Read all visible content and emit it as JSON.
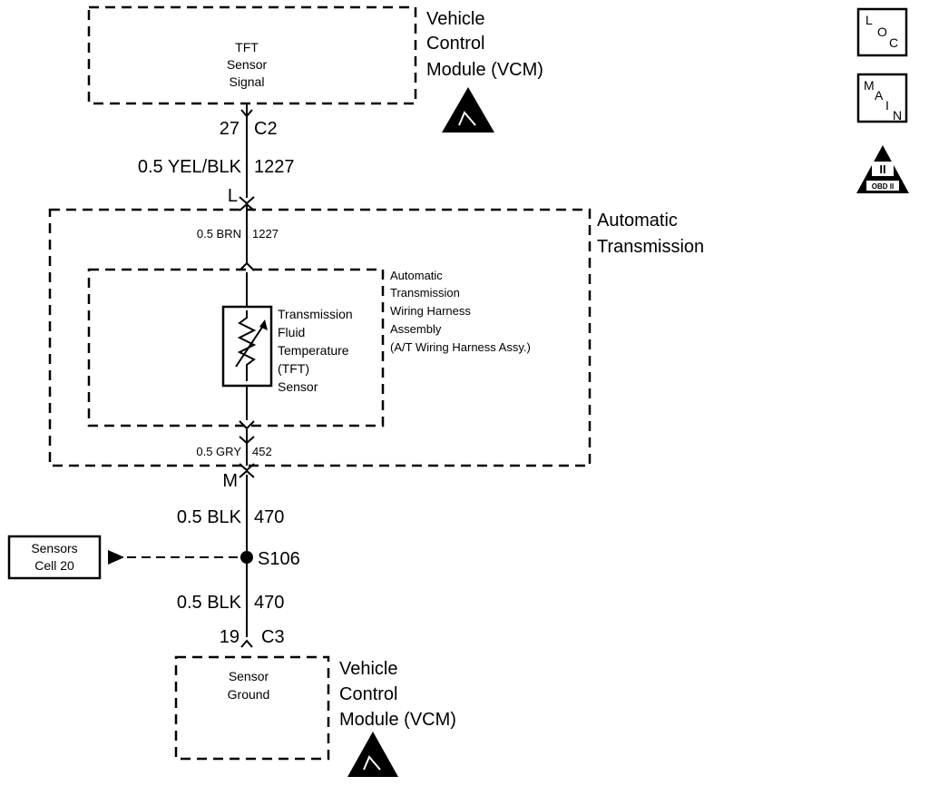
{
  "vcm_top": {
    "box_lines": [
      "TFT",
      "Sensor",
      "Signal"
    ],
    "title_lines": [
      "Vehicle",
      "Control",
      "Module (VCM)"
    ]
  },
  "conn_c2": {
    "pin": "27",
    "connector": "C2"
  },
  "wire_top": {
    "gauge_color": "0.5 YEL/BLK",
    "circuit": "1227"
  },
  "conn_l": {
    "label": "L"
  },
  "auto_trans": {
    "title_lines": [
      "Automatic",
      "Transmission"
    ],
    "wire_in": {
      "gauge_color": "0.5 BRN",
      "circuit": "1227"
    },
    "wire_out": {
      "gauge_color": "0.5 GRY",
      "circuit": "452"
    }
  },
  "harness": {
    "title_lines": [
      "Automatic",
      "Transmission",
      "Wiring Harness",
      "Assembly",
      "(A/T Wiring Harness Assy.)"
    ]
  },
  "sensor": {
    "label_lines": [
      "Transmission",
      "Fluid",
      "Temperature",
      "(TFT)",
      "Sensor"
    ]
  },
  "conn_m": {
    "label": "M"
  },
  "wire_mid": {
    "gauge_color": "0.5 BLK",
    "circuit": "470"
  },
  "splice": {
    "label": "S106"
  },
  "ref_box": {
    "lines": [
      "Sensors",
      "Cell 20"
    ]
  },
  "wire_bottom": {
    "gauge_color": "0.5 BLK",
    "circuit": "470"
  },
  "conn_c3": {
    "pin": "19",
    "connector": "C3"
  },
  "vcm_bottom": {
    "box_lines": [
      "Sensor",
      "Ground"
    ],
    "title_lines": [
      "Vehicle",
      "Control",
      "Module (VCM)"
    ]
  },
  "badges": {
    "loc": [
      "L",
      "O",
      "C"
    ],
    "main": [
      "M",
      "A",
      "I",
      "N"
    ],
    "obd": {
      "numeral": "II",
      "caption": "OBD II"
    }
  }
}
